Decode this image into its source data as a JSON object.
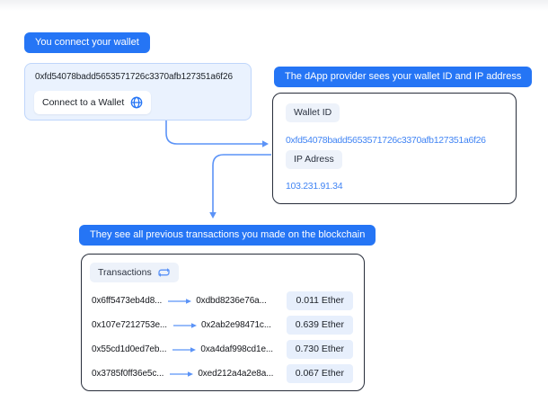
{
  "colors": {
    "accent_blue": "#2575f5",
    "link_blue": "#4285f4",
    "arrow_blue": "#5b93f7",
    "soft_panel_bg": "#eaf2fe",
    "soft_panel_border": "#bfd6fb",
    "chip_bg": "#edf2fa",
    "amount_chip_bg": "#e7effc",
    "panel_border_dark": "#272d3a"
  },
  "badges": {
    "step1": "You connect your wallet",
    "step2": "The dApp provider sees your wallet ID and IP address",
    "step3": "They see all previous transactions you made on the blockchain"
  },
  "wallet_panel": {
    "address": "0xfd54078badd5653571726c3370afb127351a6f26",
    "connect_button_label": "Connect to a Wallet",
    "icon": "globe-icon"
  },
  "dapp_panel": {
    "wallet_id_label": "Wallet ID",
    "wallet_id_value": "0xfd54078badd5653571726c3370afb127351a6f26",
    "ip_label": "IP Adress",
    "ip_value": "103.231.91.34"
  },
  "transactions_panel": {
    "title": "Transactions",
    "icon": "swap-arrows-icon",
    "rows": [
      {
        "from": "0x6ff5473eb4d8...",
        "to": "0xdbd8236e76a...",
        "amount": "0.011 Ether"
      },
      {
        "from": "0x107e7212753e...",
        "to": "0x2ab2e98471c...",
        "amount": "0.639 Ether"
      },
      {
        "from": "0x55cd1d0ed7eb...",
        "to": "0xa4daf998cd1e...",
        "amount": "0.730 Ether"
      },
      {
        "from": "0x3785f0ff36e5c...",
        "to": "0xed212a4a2e8a...",
        "amount": "0.067 Ether"
      }
    ]
  }
}
